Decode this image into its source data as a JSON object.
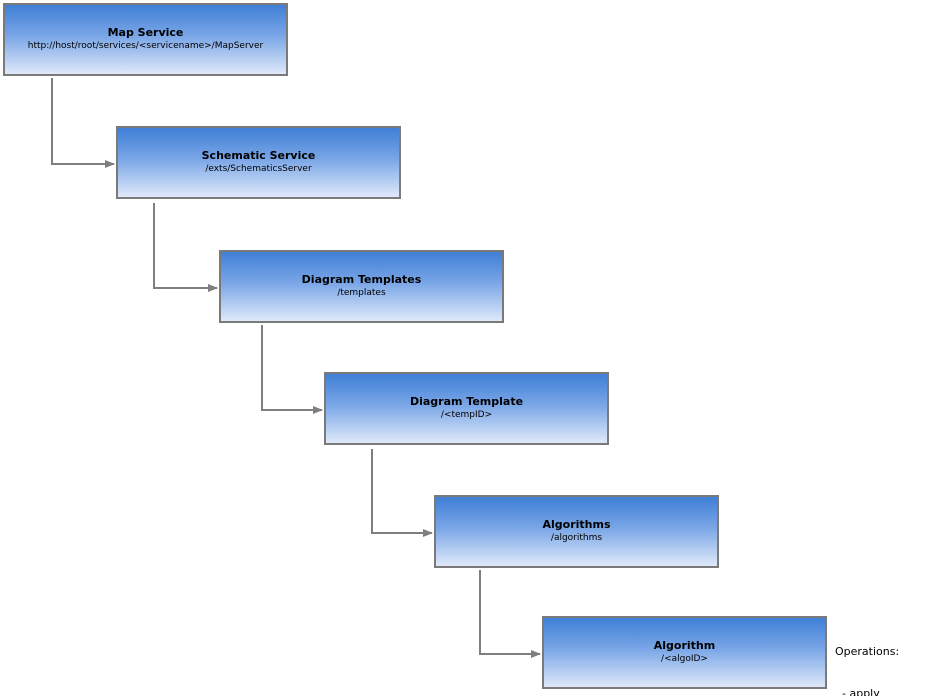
{
  "nodes": [
    {
      "title": "Map Service",
      "path": "http://host/root/services/<servicename>/MapServer"
    },
    {
      "title": "Schematic Service",
      "path": "/exts/SchematicsServer"
    },
    {
      "title": "Diagram Templates",
      "path": "/templates"
    },
    {
      "title": "Diagram Template",
      "path": "/<tempID>"
    },
    {
      "title": "Algorithms",
      "path": "/algorithms"
    },
    {
      "title": "Algorithm",
      "path": "/<algoID>"
    }
  ],
  "operations": {
    "heading": "Operations:",
    "items": [
      "apply"
    ]
  },
  "colors": {
    "box_top": "#3f7fd6",
    "box_bottom": "#dfe9fa",
    "border": "#7a7a7a",
    "connector": "#7f7f7f"
  }
}
